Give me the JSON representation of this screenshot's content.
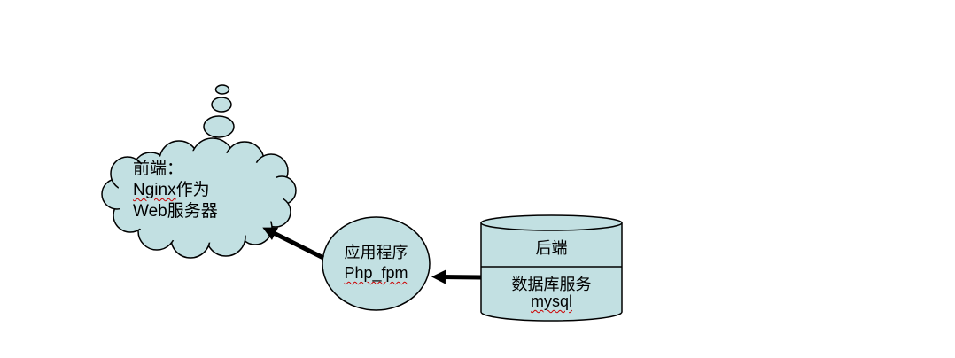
{
  "colors": {
    "background": "#ffffff",
    "shape_fill": "#c2e0e2",
    "shape_stroke": "#000000",
    "arrow": "#000000",
    "misspell_underline": "#cc0000",
    "text": "#000000"
  },
  "cloud": {
    "line1": "前端：",
    "line2_word": "Nginx",
    "line2_rest": "作为",
    "line3": "Web服务器"
  },
  "circle": {
    "line1": "应用程序",
    "line2": "Php_fpm"
  },
  "cylinder": {
    "top_label": "后端",
    "bottom_line1": "数据库服务",
    "bottom_line2": "mysql"
  }
}
